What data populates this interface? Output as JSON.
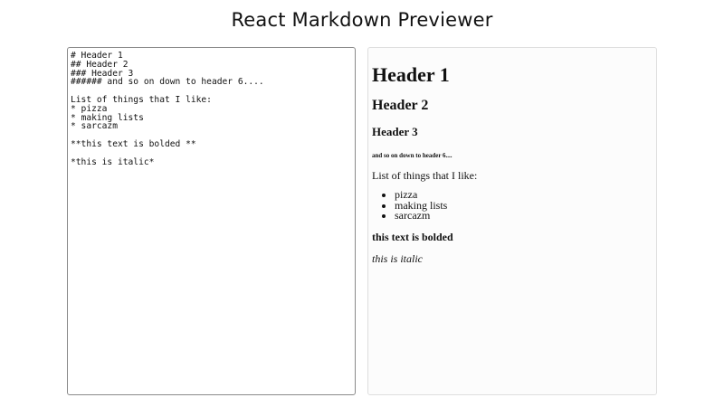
{
  "header": {
    "title": "React Markdown Previewer"
  },
  "editor": {
    "value": "# Header 1\n## Header 2\n### Header 3\n###### and so on down to header 6....\n\nList of things that I like:\n* pizza\n* making lists\n* sarcazm\n\n**this text is bolded **\n\n*this is italic*"
  },
  "preview": {
    "h1": "Header 1",
    "h2": "Header 2",
    "h3": "Header 3",
    "h6": "and so on down to header 6....",
    "list_intro": "List of things that I like:",
    "list_items": [
      "pizza",
      "making lists",
      "sarcazm"
    ],
    "bold_text": "this text is bolded",
    "italic_text": "this is italic"
  }
}
